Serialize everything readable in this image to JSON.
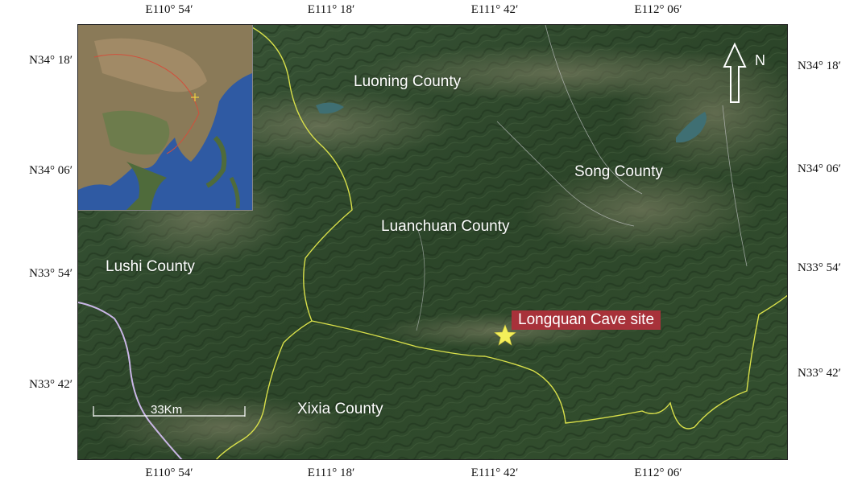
{
  "axis_ticks": {
    "top": [
      "E110° 54′",
      "E111° 18′",
      "E111° 42′",
      "E112° 06′"
    ],
    "bottom": [
      "E110° 54′",
      "E111° 18′",
      "E111° 42′",
      "E112° 06′"
    ],
    "left": [
      "N34° 18′",
      "N34° 06′",
      "N33° 54′",
      "N33° 42′"
    ],
    "right": [
      "N34° 18′",
      "N34° 06′",
      "N33° 54′",
      "N33° 42′"
    ]
  },
  "counties": {
    "luoning": "Luoning County",
    "song": "Song County",
    "luanchuan": "Luanchuan County",
    "lushi": "Lushi County",
    "xixia": "Xixia County"
  },
  "site": {
    "label": "Longquan Cave site",
    "marker_color": "#f4ef5a",
    "label_bg": "#a8323a"
  },
  "north_arrow": {
    "label": "N"
  },
  "scale_bar": {
    "label": "33Km"
  },
  "colors": {
    "terrain": "#2f4a2c",
    "boundary": "#d9e04a",
    "river": "#c9b6e6",
    "water": "#3f6f73"
  }
}
